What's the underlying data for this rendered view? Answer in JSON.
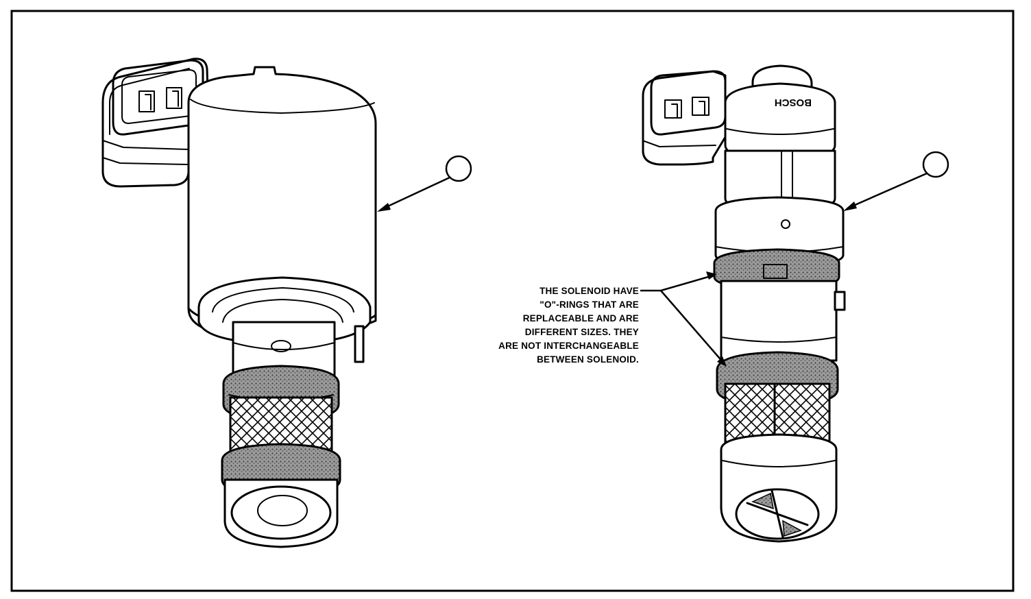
{
  "annotation": {
    "lines": [
      "THE SOLENOID HAVE",
      "\"O\"-RINGS THAT ARE",
      "REPLACEABLE AND ARE",
      "DIFFERENT SIZES. THEY",
      "ARE NOT INTERCHANGEABLE",
      "BETWEEN SOLENOID."
    ]
  },
  "right_solenoid": {
    "brand": "BOSCH"
  },
  "colors": {
    "line": "#000000",
    "background": "#ffffff",
    "oring_fill": "#8a8a8a"
  },
  "icons": {
    "left": "solenoid-left-icon",
    "right": "solenoid-bosch-icon",
    "callouts": "callout-circle-icon"
  }
}
